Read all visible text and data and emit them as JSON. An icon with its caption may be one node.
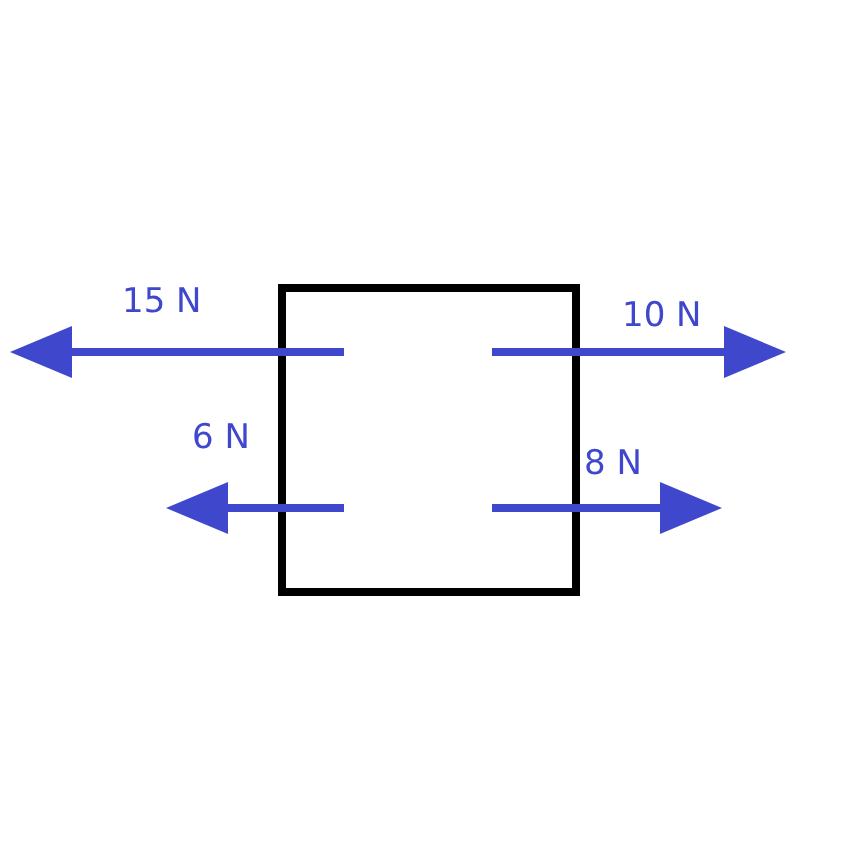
{
  "diagram": {
    "nodes": [
      {
        "text": [],
        "shape": "box"
      }
    ],
    "labels": [
      "15 N",
      "10 N",
      "6 N",
      "8 N"
    ]
  }
}
